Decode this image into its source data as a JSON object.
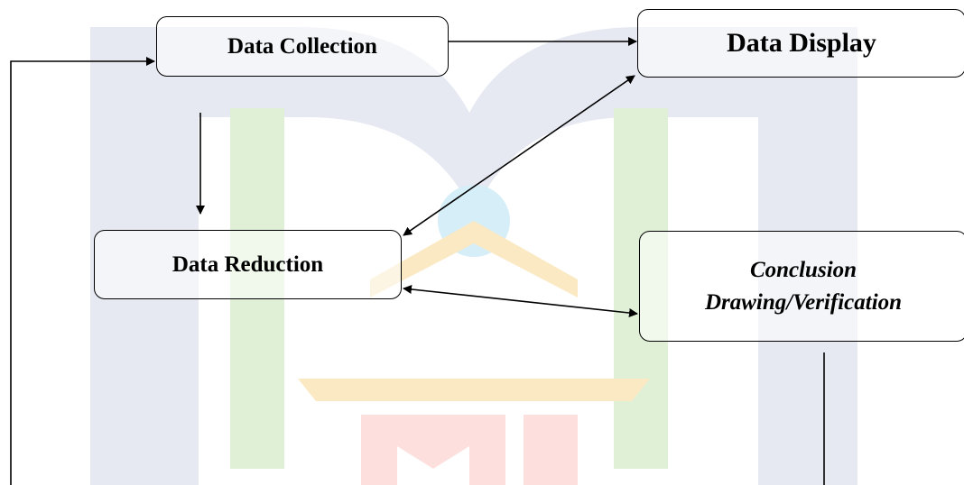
{
  "diagram": {
    "nodes": {
      "data_collection": "Data Collection",
      "data_display": "Data Display",
      "data_reduction": "Data Reduction",
      "conclusion_line1": "Conclusion",
      "conclusion_line2": "Drawing/Verification"
    },
    "edges": [
      {
        "from": "data_collection",
        "to": "data_display",
        "type": "directed"
      },
      {
        "from": "data_collection",
        "to": "data_reduction",
        "type": "directed"
      },
      {
        "from": "data_display",
        "to": "data_reduction",
        "type": "bidirectional"
      },
      {
        "from": "data_reduction",
        "to": "conclusion",
        "type": "bidirectional"
      },
      {
        "from": "conclusion",
        "to": "data_collection",
        "type": "directed",
        "routing": "feedback loop around outside"
      }
    ]
  },
  "watermark": {
    "description_colors": [
      "#e6e8f2",
      "#e3f2d9",
      "#fbe9c4",
      "#fde0dd",
      "#d6eef7"
    ]
  }
}
